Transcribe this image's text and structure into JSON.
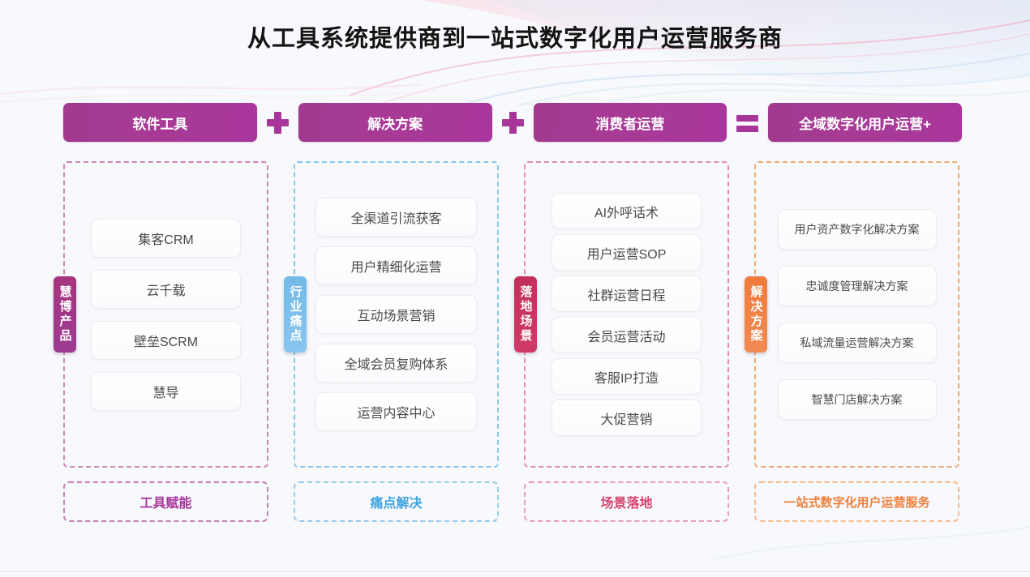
{
  "page": {
    "title": "从工具系统提供商到一站式数字化用户运营服务商",
    "background_color": "#f7f9fc"
  },
  "header": {
    "segments": [
      {
        "label": "软件工具",
        "color": "#a4399b"
      },
      {
        "label": "解决方案",
        "color": "#a4399b"
      },
      {
        "label": "消费者运营",
        "color": "#a4399b"
      },
      {
        "label": "全域数字化用户运营+",
        "color": "#a4399b"
      }
    ],
    "operators": [
      {
        "name": "plus",
        "symbol": "+",
        "color": "#a8359a"
      },
      {
        "name": "plus",
        "symbol": "+",
        "color": "#a8359a"
      },
      {
        "name": "equals",
        "symbol": "=",
        "color": "#a8359a"
      }
    ]
  },
  "columns": [
    {
      "tab_label": "慧博产品",
      "tab_color": "#a8347e",
      "border_color": "#cf86b8",
      "items": [
        "集客CRM",
        "云千载",
        "壁垒SCRM",
        "慧导"
      ],
      "footer_label": "工具赋能",
      "footer_color": "#a8359a"
    },
    {
      "tab_label": "行业痛点",
      "tab_color": "#74b9e8",
      "border_color": "#86c7ec",
      "items": [
        "全渠道引流获客",
        "用户精细化运营",
        "互动场景营销",
        "全域会员复购体系",
        "运营内容中心"
      ],
      "footer_label": "痛点解决",
      "footer_color": "#3fa3e0"
    },
    {
      "tab_label": "落地场景",
      "tab_color": "#c3305c",
      "border_color": "#e58ba6",
      "items": [
        "AI外呼话术",
        "用户运营SOP",
        "社群运营日程",
        "会员运营活动",
        "客服IP打造",
        "大促营销"
      ],
      "footer_label": "场景落地",
      "footer_color": "#d6456f"
    },
    {
      "tab_label": "解决方案",
      "tab_color": "#ef7b3c",
      "border_color": "#f2a96f",
      "items": [
        "用户资产数字化解决方案",
        "忠诚度管理解决方案",
        "私域流量运营解决方案",
        "智慧门店解决方案"
      ],
      "footer_label": "一站式数字化用户运营服务",
      "footer_color": "#f0803a"
    }
  ]
}
